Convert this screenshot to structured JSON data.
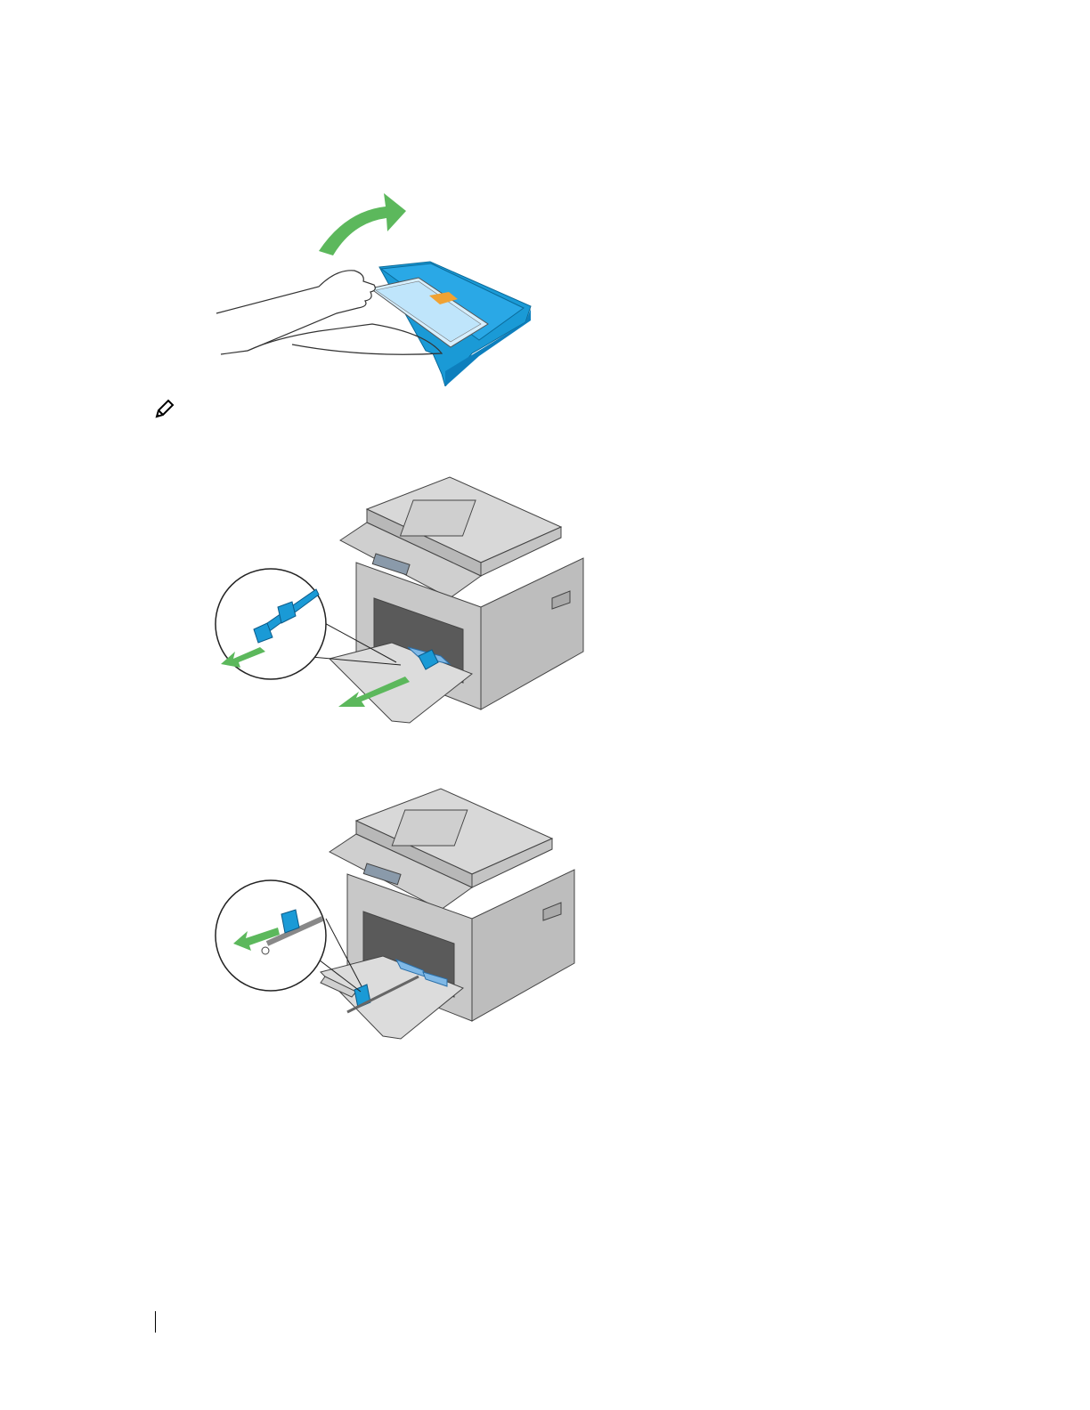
{
  "page": {
    "figures": [
      {
        "id": "tray-paper-removal",
        "icon": "tray-with-paper-and-hand",
        "accent": "#1a9ad6",
        "arrow": "#5cb85c"
      },
      {
        "id": "printer-slide-guide-front",
        "icon": "printer-with-guide-callout",
        "accent": "#1a9ad6",
        "arrow": "#5cb85c"
      },
      {
        "id": "printer-slide-guide-side",
        "icon": "printer-with-guide-callout",
        "accent": "#1a9ad6",
        "arrow": "#5cb85c"
      }
    ],
    "note_icon": "pencil-note-icon"
  }
}
